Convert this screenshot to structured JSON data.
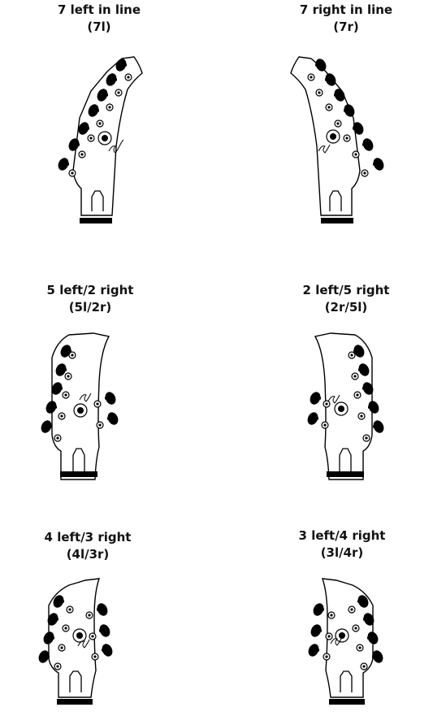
{
  "colors": {
    "ink": "#000000",
    "paper": "#ffffff"
  },
  "headstocks": [
    {
      "title": "7 left in line",
      "code": "(7l)",
      "variant": "inline",
      "left_tuners": 7,
      "right_tuners": 0,
      "brand_mark": "logo"
    },
    {
      "title": "7 right in line",
      "code": "(7r)",
      "variant": "inline",
      "left_tuners": 0,
      "right_tuners": 7,
      "brand_mark": "logo"
    },
    {
      "title": "5 left/2 right",
      "code": "(5l/2r)",
      "variant": "split",
      "left_tuners": 5,
      "right_tuners": 2,
      "brand_mark": "logo"
    },
    {
      "title": "2 left/5 right",
      "code": "(2r/5l)",
      "variant": "split",
      "left_tuners": 2,
      "right_tuners": 5,
      "brand_mark": "logo"
    },
    {
      "title": "4 left/3 right",
      "code": "(4l/3r)",
      "variant": "split",
      "left_tuners": 4,
      "right_tuners": 3,
      "brand_mark": "logo"
    },
    {
      "title": "3 left/4 right",
      "code": "(3l/4r)",
      "variant": "split",
      "left_tuners": 3,
      "right_tuners": 4,
      "brand_mark": "logo"
    }
  ]
}
